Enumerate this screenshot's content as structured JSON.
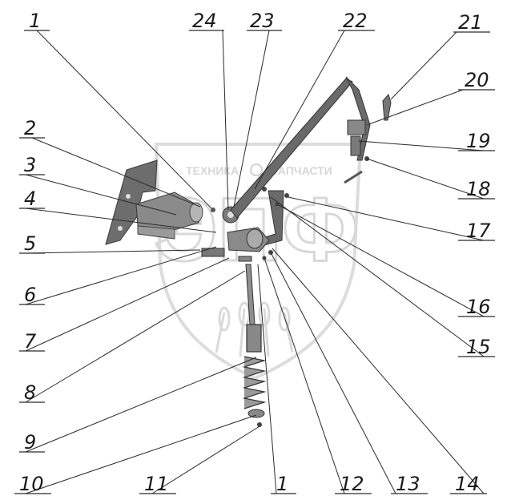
{
  "watermark": {
    "left_text": "ТЕХНИКА",
    "right_text": "ЗАПЧАСТИ",
    "logo_letters": "ЭПФ"
  },
  "callouts": [
    {
      "id": "c1a",
      "label": "1"
    },
    {
      "id": "c24",
      "label": "24"
    },
    {
      "id": "c23",
      "label": "23"
    },
    {
      "id": "c22",
      "label": "22"
    },
    {
      "id": "c21",
      "label": "21"
    },
    {
      "id": "c20",
      "label": "20"
    },
    {
      "id": "c19",
      "label": "19"
    },
    {
      "id": "c18",
      "label": "18"
    },
    {
      "id": "c17",
      "label": "17"
    },
    {
      "id": "c16",
      "label": "16"
    },
    {
      "id": "c15",
      "label": "15"
    },
    {
      "id": "c2",
      "label": "2"
    },
    {
      "id": "c3",
      "label": "3"
    },
    {
      "id": "c4",
      "label": "4"
    },
    {
      "id": "c5",
      "label": "5"
    },
    {
      "id": "c6",
      "label": "6"
    },
    {
      "id": "c7",
      "label": "7"
    },
    {
      "id": "c8",
      "label": "8"
    },
    {
      "id": "c9",
      "label": "9"
    },
    {
      "id": "c10",
      "label": "10"
    },
    {
      "id": "c11",
      "label": "11"
    },
    {
      "id": "c1b",
      "label": "1"
    },
    {
      "id": "c12",
      "label": "12"
    },
    {
      "id": "c13",
      "label": "13"
    },
    {
      "id": "c14",
      "label": "14"
    }
  ]
}
